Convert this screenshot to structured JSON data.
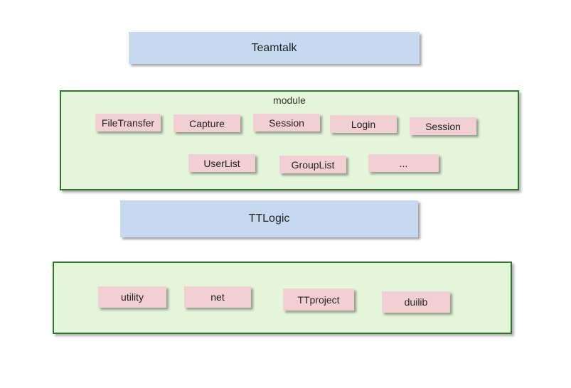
{
  "top_layer": {
    "label": "Teamtalk"
  },
  "module_group": {
    "title": "module",
    "items": [
      "FileTransfer",
      "Capture",
      "Session",
      "Login",
      "Session",
      "UserList",
      "GroupList",
      "..."
    ]
  },
  "logic_layer": {
    "label": "TTLogic"
  },
  "base_group": {
    "items": [
      "utility",
      "net",
      "TTproject",
      "duilib"
    ]
  },
  "colors": {
    "layer_fill": "#c6d9f1",
    "group_fill": "#e4f5da",
    "group_border": "#2a7a2a",
    "chip_fill": "#f2cfd2"
  }
}
